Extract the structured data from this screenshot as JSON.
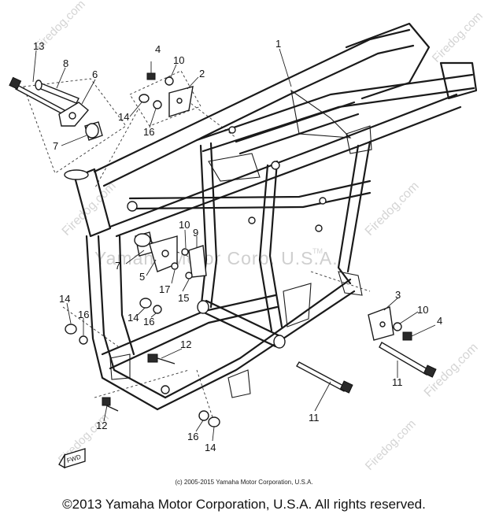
{
  "diagram": {
    "watermark_site": "Firedog.com",
    "watermark_corp": "Yamaha Motor Corp. U.S.A.",
    "watermark_tm": "TM",
    "fwd_label": "FWD",
    "callouts": [
      "1",
      "2",
      "3",
      "4",
      "4",
      "5",
      "6",
      "7",
      "7",
      "8",
      "9",
      "10",
      "10",
      "10",
      "11",
      "11",
      "12",
      "12",
      "13",
      "14",
      "14",
      "14",
      "14",
      "15",
      "16",
      "16",
      "16",
      "16",
      "17"
    ]
  },
  "footer": {
    "small_copyright": "(c) 2005-2015 Yamaha Motor Corporation, U.S.A.",
    "big_copyright": "©2013 Yamaha Motor Corporation, U.S.A. All rights reserved."
  }
}
